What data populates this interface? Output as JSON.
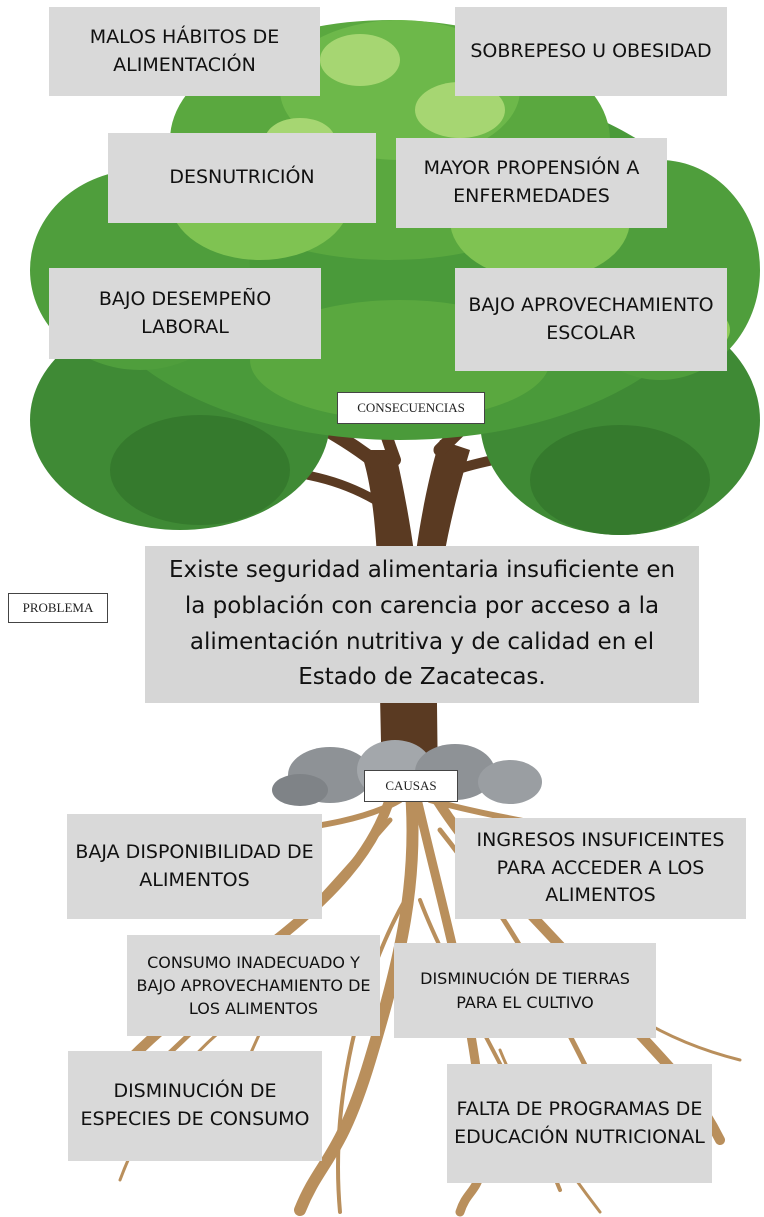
{
  "consequences": {
    "tag": "CONSECUENCIAS",
    "items": [
      "MALOS HÁBITOS DE ALIMENTACIÓN",
      "SOBREPESO U OBESIDAD",
      "DESNUTRICIÓN",
      "MAYOR PROPENSIÓN A ENFERMEDADES",
      "BAJO DESEMPEÑO LABORAL",
      "BAJO APROVECHAMIENTO ESCOLAR"
    ]
  },
  "problem": {
    "tag": "PROBLEMA",
    "text": "Existe seguridad alimentaria insuficiente en la población con carencia por acceso a la alimentación nutritiva y de calidad en el Estado de Zacatecas."
  },
  "causes": {
    "tag": "CAUSAS",
    "items": [
      "BAJA DISPONIBILIDAD DE ALIMENTOS",
      "INGRESOS INSUFICEINTES PARA ACCEDER A LOS ALIMENTOS",
      "CONSUMO INADECUADO Y BAJO APROVECHAMIENTO DE LOS ALIMENTOS",
      "DISMINUCIÓN DE TIERRAS PARA EL CULTIVO",
      "DISMINUCIÓN DE ESPECIES DE CONSUMO",
      "FALTA DE PROGRAMAS DE EDUCACIÓN NUTRICIONAL"
    ]
  },
  "colors": {
    "box": "#d9d9d9",
    "leaf_dark": "#3f8a35",
    "leaf_mid": "#5aa83f",
    "leaf_light": "#8fcb5a",
    "trunk": "#5a3a22",
    "root": "#b98f5c",
    "rock": "#8e9296"
  }
}
